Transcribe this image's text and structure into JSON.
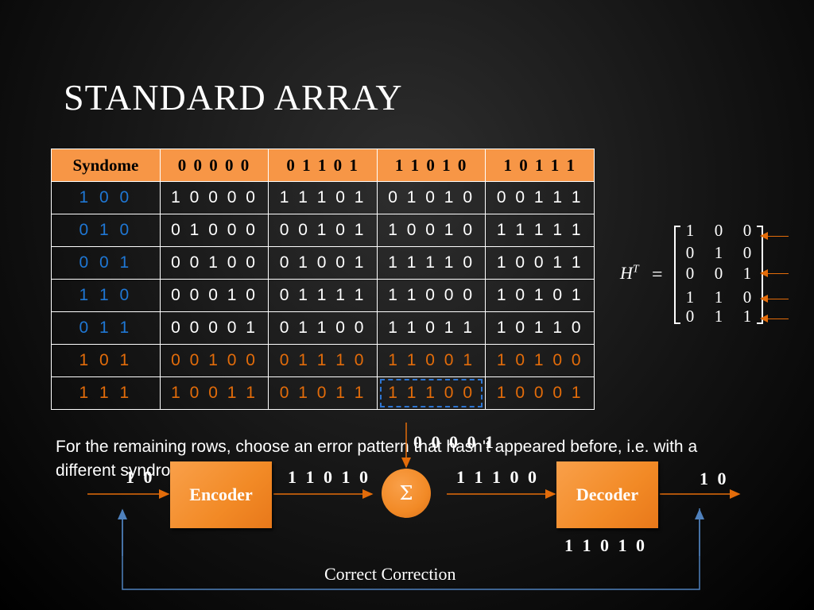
{
  "title": "STANDARD ARRAY",
  "table": {
    "header": [
      "Syndome",
      "0 0 0 0 0",
      "0 1 1 0 1",
      "1 1 0 1 0",
      "1 0 1 1 1"
    ],
    "rows": [
      {
        "syndrome": "1 0 0",
        "cells": [
          "1 0 0 0 0",
          "1 1 1 0 1",
          "0 1 0 1 0",
          "0 0 1 1 1"
        ]
      },
      {
        "syndrome": "0 1 0",
        "cells": [
          "0 1 0 0 0",
          "0 0 1 0 1",
          "1 0 0 1 0",
          "1 1 1 1 1"
        ]
      },
      {
        "syndrome": "0 0 1",
        "cells": [
          "0 0 1 0 0",
          "0 1 0 0 1",
          "1 1 1 1 0",
          "1 0 0 1 1"
        ]
      },
      {
        "syndrome": "1 1 0",
        "cells": [
          "0 0 0 1 0",
          "0 1 1 1 1",
          "1 1 0 0 0",
          "1 0 1 0 1"
        ]
      },
      {
        "syndrome": "0 1 1",
        "cells": [
          "0 0 0 0 1",
          "0 1 1 0 0",
          "1 1 0 1 1",
          "1 0 1 1 0"
        ]
      },
      {
        "syndrome": "1 0 1",
        "cells": [
          "0 0 1 0 0",
          "0 1 1 1 0",
          "1 1 0 0 1",
          "1 0 1 0 0"
        ]
      },
      {
        "syndrome": "1 1 1",
        "cells": [
          "1 0 0 1 1",
          "0 1 0 1 1",
          "1 1 1 0 0",
          "1 0 0 0 1"
        ]
      }
    ]
  },
  "matrix": {
    "label": "H",
    "superscript": "T",
    "equals": "=",
    "rows": [
      [
        "1",
        "0",
        "0"
      ],
      [
        "0",
        "1",
        "0"
      ],
      [
        "0",
        "0",
        "1"
      ],
      [
        "1",
        "1",
        "0"
      ],
      [
        "0",
        "1",
        "1"
      ]
    ]
  },
  "note": "For the remaining rows, choose an error pattern that hasn't appeared before, i.e. with a different syndrome.",
  "diagram": {
    "input_bits": "1 0",
    "encoder_label": "Encoder",
    "codeword_bits": "1 1 0 1 0",
    "error_bits": "0 0 0 0 1",
    "sum_symbol": "Σ",
    "received_bits": "1 1 1 0 0",
    "decoder_label": "Decoder",
    "output_bits": "1 0",
    "decoded_codeword": "1 1 0 1 0",
    "caption": "Correct Correction"
  },
  "colors": {
    "accent_orange": "#f79646",
    "error_orange": "#e36c0a",
    "syndrome_blue": "#1f77d4",
    "feedback_blue": "#4f81bd"
  }
}
